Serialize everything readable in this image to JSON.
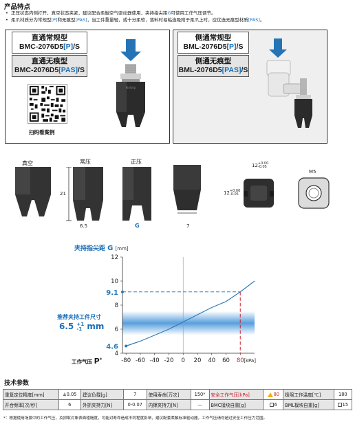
{
  "header": {
    "title": "产品特点",
    "bullet1": {
      "pre": "正压状态内侧打开，真空状态夹紧，建议配合柔触空气驱动器使用，夹持指尖距",
      "g": "G",
      "post": "可使用工作气压调节。"
    },
    "bullet2": {
      "pre": "柔爪材质分为常规型",
      "p": "[P]",
      "mid": "和无痕型",
      "pas": "[PAS]",
      "post": "，当工件重量轻，或十分柔软，落料时易粘连吸附于柔爪上时，应优选无痕型材质",
      "pas2": "[PAS]",
      "end": "。"
    }
  },
  "panel_left": {
    "box1_line1": "直通常规型",
    "box1_line2_pre": "BMC-2076D5",
    "box1_line2_tag": "[P]",
    "box1_line2_post": "/S",
    "box2_line1": "直通无痕型",
    "box2_line2_pre": "BMC-2076D5",
    "box2_line2_tag": "[PAS]",
    "box2_line2_post": "/S",
    "qr_caption": "扫码看案例"
  },
  "panel_right": {
    "box1_line1": "侧通常规型",
    "box1_line2_pre": "BML-2076D5",
    "box1_line2_tag": "[P]",
    "box1_line2_post": "/S",
    "box2_line1": "侧通无痕型",
    "box2_line2_pre": "BML-2076D5",
    "box2_line2_tag": "[PAS]",
    "box2_line2_post": "/S"
  },
  "states": {
    "vacuum": "真空",
    "normal": "常压",
    "positive": "正压"
  },
  "dimensions": {
    "height": "21",
    "width_normal": "6.5",
    "width_positive": "G",
    "width_bottom": "7",
    "top_size": "12",
    "top_tol_plus": "+0.00",
    "top_tol_minus": "-0.05",
    "side_size": "12",
    "side_tol_plus": "+0.00",
    "side_tol_minus": "-0.05",
    "thread": "M5"
  },
  "chart_data": {
    "type": "line",
    "title": "夹持指尖距",
    "title_var": "G",
    "title_unit": "[mm]",
    "xlabel": "工作气压",
    "xlabel_var": "P",
    "xlabel_mark": "*",
    "x_unit": "[kPa]",
    "xlim": [
      -85,
      100
    ],
    "ylim": [
      4,
      12
    ],
    "x_ticks": [
      "-80",
      "-60",
      "-40",
      "-20",
      "0",
      "20",
      "40",
      "60",
      "80"
    ],
    "y_ticks": [
      "4",
      "6",
      "8",
      "10",
      "12"
    ],
    "y_highlight_top": "9.1",
    "y_highlight_bottom": "4.6",
    "x_highlight": "80",
    "x": [
      -80,
      -60,
      -40,
      -20,
      0,
      20,
      40,
      60,
      80,
      100
    ],
    "y": [
      4.6,
      5.0,
      5.5,
      6.0,
      6.6,
      7.2,
      7.8,
      8.3,
      9.1,
      10.0
    ],
    "band_center": 6.5,
    "band_label_line1": "推荐夹持工件尺寸",
    "band_value": "6.5",
    "band_tol_plus": "+1",
    "band_tol_minus": "-1",
    "band_unit": "mm",
    "color_line": "#2a7ab9",
    "color_band": "#3b8ed8",
    "color_accent": "#d0202a"
  },
  "spec": {
    "title": "技术参数",
    "rows": [
      [
        "重复定位精度[mm]",
        "±0.05",
        "建议负载[g]",
        "7",
        "使用寿命[万次]",
        "150*",
        "安全工作气压[kPa]",
        "80",
        "极限工作温度[℃]",
        "180"
      ],
      [
        "开合频率[次/秒]",
        "6",
        "外抓夹持力[N]",
        "0-0.07",
        "内撑夹持力[N]",
        "—",
        "BMC模块自重[g]",
        "6",
        "BML模块自重[g]",
        "15"
      ]
    ],
    "warn_icon": "warning-icon",
    "footnote": "*：根据使用场景中的工作气压，及抓取对象表面粗糙度，可能对寿命造成不同程度影响，建议配套柔触标准驱动器，工作气压请勿超过安全工作压力范围。"
  }
}
